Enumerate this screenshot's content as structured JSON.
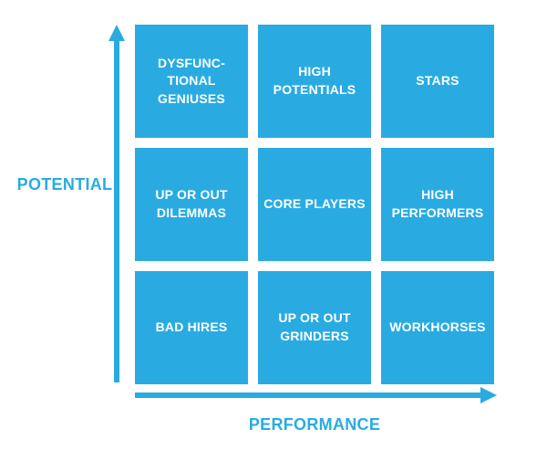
{
  "diagram": {
    "type": "nine-box-talent-matrix",
    "axes": {
      "y_label": "POTENTIAL",
      "x_label": "PERFORMANCE"
    },
    "colors": {
      "accent": "#29ABE2",
      "cell_fill": "#29ABE2",
      "cell_text": "#FFFFFF",
      "background": "#FFFFFF"
    },
    "cells": [
      {
        "id": "dysfunctional-geniuses",
        "label": "DYSFUNC-\nTIONAL\nGENIUSES"
      },
      {
        "id": "high-potentials",
        "label": "HIGH\nPOTENTIALS"
      },
      {
        "id": "stars",
        "label": "STARS"
      },
      {
        "id": "up-or-out-dilemmas",
        "label": "UP OR OUT\nDILEMMAS"
      },
      {
        "id": "core-players",
        "label": "CORE PLAYERS"
      },
      {
        "id": "high-performers",
        "label": "HIGH\nPERFORMERS"
      },
      {
        "id": "bad-hires",
        "label": "BAD HIRES"
      },
      {
        "id": "up-or-out-grinders",
        "label": "UP OR OUT\nGRINDERS"
      },
      {
        "id": "workhorses",
        "label": "WORKHORSES"
      }
    ]
  }
}
